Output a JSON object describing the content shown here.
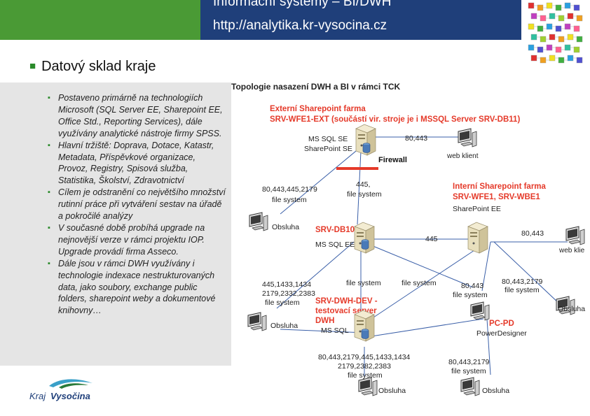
{
  "header": {
    "line1": "Informační systémy – BI/DWH",
    "line2": "http://analytika.kr-vysocina.cz"
  },
  "section": {
    "title": "Datový sklad kraje"
  },
  "bullets": [
    "Postaveno primárně na technologiích Microsoft (SQL Server EE, Sharepoint EE, Office Std., Reporting Services), dále využívány analytické nástroje firmy SPSS.",
    "Hlavní tržiště: Doprava, Dotace, Katastr, Metadata, Příspěvkové organizace, Provoz, Registry, Spisová služba, Statistika, Školství, Zdravotnictví",
    "Cílem je odstranění co největšího množství rutinní práce při vytváření sestav na úřadě a pokročilé analýzy",
    "V současné době probíhá upgrade na nejnovější verze v rámci projektu IOP. Upgrade provádí firma Asseco.",
    "Dále jsou v rámci DWH využívány i technologie indexace nestrukturovaných data, jako soubory, exchange public folders, sharepoint weby a dokumentové knihovny…"
  ],
  "logo": {
    "kraj": "Kraj",
    "vysocina": "Vysočina"
  },
  "diagram": {
    "title": "Topologie nasazení DWH a BI v rámci TCK",
    "ext_farm": {
      "line1": "Externí Sharepoint farma",
      "line2": "SRV-WFE1-EXT (součástí vir. stroje je i MSSQL Server SRV-DB11)",
      "role1": "MS SQL SE",
      "role2": "SharePoint SE"
    },
    "firewall": "Firewall",
    "web_client_top": "web klient",
    "web_client_right": "web klie",
    "port_80443_top": "80,443",
    "port_80443_right": "80,443",
    "port_445_fs_top": "445,",
    "file_system": "file system",
    "left_ports_top": "80,443,445,2179",
    "int_farm": {
      "line1": "Interní Sharepoint farma",
      "line2": "SRV-WFE1, SRV-WBE1",
      "role": "SharePoint EE"
    },
    "obsluha": "Obsluha",
    "srv_db10": {
      "name": "SRV-DB10",
      "role": "MS SQL EE"
    },
    "port_445_mid": "445",
    "left_ports_mid": "445,1433,1434",
    "left_ports_mid2": "2179,2332,2383",
    "port_80443_mid": "80,443",
    "right_ports_mid": "80,443,2179",
    "srv_dwh": {
      "name1": "SRV-DWH-DEV -",
      "name2": "testovací server",
      "name3": "DWH",
      "role": "MS SQL"
    },
    "pc_pd": {
      "name": "PC-PD",
      "role": "PowerDesigner"
    },
    "bottom_ports1": "80,443,2179,445,1433,1434",
    "bottom_ports2": "2179,2382,2383",
    "bottom_ports_right": "80,443,2179",
    "colors": {
      "accent_red": "#e53a2a",
      "line_blue": "#3a5fa8"
    }
  }
}
